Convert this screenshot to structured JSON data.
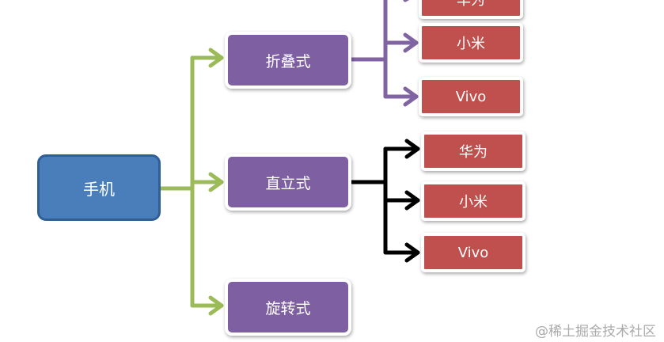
{
  "root": {
    "label": "手机"
  },
  "categories": [
    {
      "label": "折叠式"
    },
    {
      "label": "直立式"
    },
    {
      "label": "旋转式"
    }
  ],
  "folding_brands": [
    {
      "label": "华为"
    },
    {
      "label": "小米"
    },
    {
      "label": "Vivo"
    }
  ],
  "upright_brands": [
    {
      "label": "华为"
    },
    {
      "label": "小米"
    },
    {
      "label": "Vivo"
    }
  ],
  "watermark": "@稀土掘金技术社区",
  "colors": {
    "root_fill": "#4a7ebb",
    "category_fill": "#7e5fa2",
    "brand_fill": "#c0504d",
    "root_connector": "#9bbb59",
    "folding_connector": "#8064a2",
    "upright_connector": "#000000"
  }
}
